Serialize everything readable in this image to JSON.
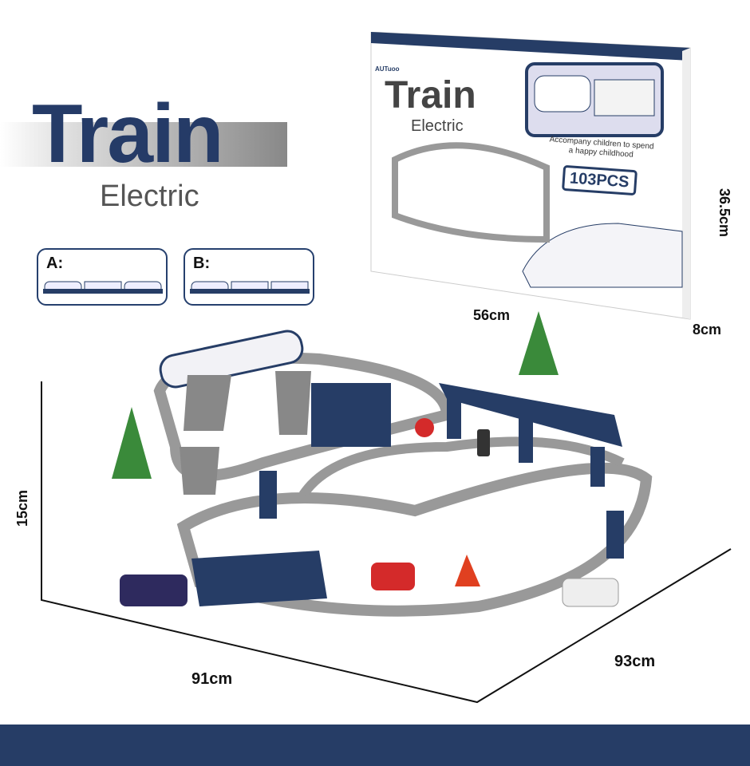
{
  "title": {
    "big": "Train",
    "sub": "Electric"
  },
  "options": [
    {
      "label": "A:"
    },
    {
      "label": "B:"
    }
  ],
  "box": {
    "brand": "AUTuoo",
    "title": "Train",
    "subtitle": "Electric",
    "tagline_1": "Accompany children to spend",
    "tagline_2": "a happy childhood",
    "pieces": "103PCS"
  },
  "dimensions": {
    "box_width": "56cm",
    "box_depth": "8cm",
    "box_height": "36.5cm",
    "set_height": "15cm",
    "set_width": "91cm",
    "set_depth": "93cm"
  },
  "colors": {
    "navy": "#263d66",
    "gray": "#9a9a9a"
  }
}
